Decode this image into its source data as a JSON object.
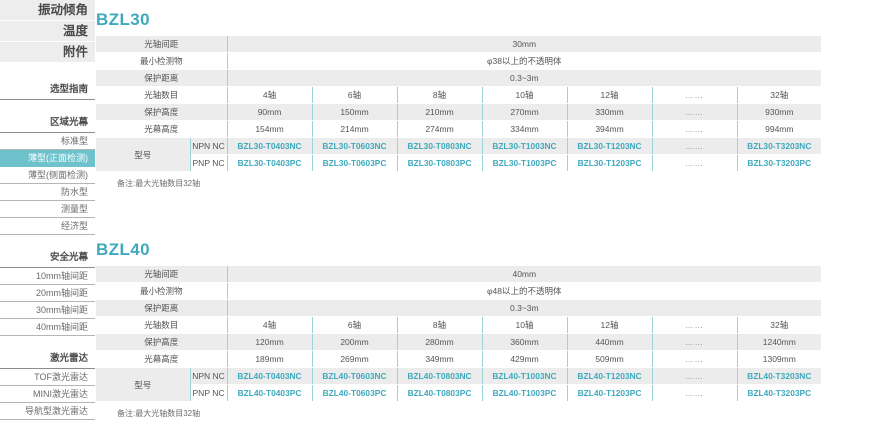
{
  "sidebar": {
    "top_items": [
      {
        "label": "振动倾角"
      },
      {
        "label": "温度"
      },
      {
        "label": "附件"
      }
    ],
    "guide_title": "选型指南",
    "groups": [
      {
        "title": "区域光幕",
        "items": [
          {
            "label": "标准型",
            "active": false
          },
          {
            "label": "薄型(正面检测)",
            "active": true
          },
          {
            "label": "薄型(侧面检测)",
            "active": false
          },
          {
            "label": "防水型",
            "active": false
          },
          {
            "label": "测量型",
            "active": false
          },
          {
            "label": "经济型",
            "active": false
          }
        ]
      },
      {
        "title": "安全光幕",
        "items": [
          {
            "label": "10mm轴间距",
            "active": false
          },
          {
            "label": "20mm轴间距",
            "active": false
          },
          {
            "label": "30mm轴间距",
            "active": false
          },
          {
            "label": "40mm轴间距",
            "active": false
          }
        ]
      },
      {
        "title": "激光雷达",
        "items": [
          {
            "label": "TOF激光雷达",
            "active": false
          },
          {
            "label": "MINI激光雷达",
            "active": false
          },
          {
            "label": "导航型激光雷达",
            "active": false
          }
        ]
      }
    ]
  },
  "sections": [
    {
      "title": "BZL30",
      "note": "备注:最大光轴数目32轴",
      "row_pitch_label": "光轴间距",
      "row_pitch_value": "30mm",
      "row_minobj_label": "最小检测物",
      "row_minobj_value": "φ38以上的不透明体",
      "row_dist_label": "保护距离",
      "row_dist_value": "0.3~3m",
      "row_axes_label": "光轴数目",
      "row_axes_values": [
        "4轴",
        "6轴",
        "8轴",
        "10轴",
        "12轴",
        "……",
        "32轴"
      ],
      "row_protect_label": "保护高度",
      "row_protect_values": [
        "90mm",
        "150mm",
        "210mm",
        "270mm",
        "330mm",
        "……",
        "930mm"
      ],
      "row_height_label": "光幕高度",
      "row_height_values": [
        "154mm",
        "214mm",
        "274mm",
        "334mm",
        "394mm",
        "……",
        "994mm"
      ],
      "row_model_label": "型号",
      "npn_label": "NPN NC",
      "pnp_label": "PNP NC",
      "npn_values": [
        "BZL30-T0403NC",
        "BZL30-T0603NC",
        "BZL30-T0803NC",
        "BZL30-T1003NC",
        "BZL30-T1203NC",
        "……",
        "BZL30-T3203NC"
      ],
      "pnp_values": [
        "BZL30-T0403PC",
        "BZL30-T0603PC",
        "BZL30-T0803PC",
        "BZL30-T1003PC",
        "BZL30-T1203PC",
        "……",
        "BZL30-T3203PC"
      ]
    },
    {
      "title": "BZL40",
      "note": "备注:最大光轴数目32轴",
      "row_pitch_label": "光轴间距",
      "row_pitch_value": "40mm",
      "row_minobj_label": "最小检测物",
      "row_minobj_value": "φ48以上的不透明体",
      "row_dist_label": "保护距离",
      "row_dist_value": "0.3~3m",
      "row_axes_label": "光轴数目",
      "row_axes_values": [
        "4轴",
        "6轴",
        "8轴",
        "10轴",
        "12轴",
        "……",
        "32轴"
      ],
      "row_protect_label": "保护高度",
      "row_protect_values": [
        "120mm",
        "200mm",
        "280mm",
        "360mm",
        "440mm",
        "……",
        "1240mm"
      ],
      "row_height_label": "光幕高度",
      "row_height_values": [
        "189mm",
        "269mm",
        "349mm",
        "429mm",
        "509mm",
        "……",
        "1309mm"
      ],
      "row_model_label": "型号",
      "npn_label": "NPN NC",
      "pnp_label": "PNP NC",
      "npn_values": [
        "BZL40-T0403NC",
        "BZL40-T0603NC",
        "BZL40-T0803NC",
        "BZL40-T1003NC",
        "BZL40-T1203NC",
        "……",
        "BZL40-T3203NC"
      ],
      "pnp_values": [
        "BZL40-T0403PC",
        "BZL40-T0603PC",
        "BZL40-T0803PC",
        "BZL40-T1003PC",
        "BZL40-T1203PC",
        "……",
        "BZL40-T3203PC"
      ]
    }
  ],
  "colors": {
    "accent": "#3fa9bd",
    "active_bg": "#6ec2cc",
    "divider": "#9cd3db",
    "row_shade": "#ececec"
  }
}
